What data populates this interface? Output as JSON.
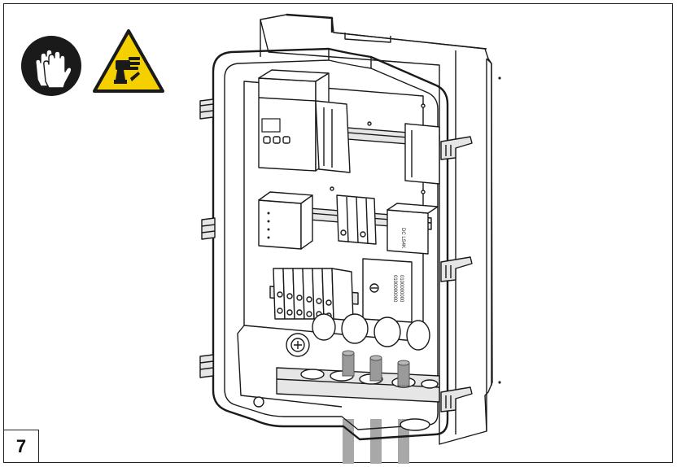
{
  "step": {
    "number": "7"
  },
  "icons": {
    "gloves": "protective-gloves-icon",
    "warning": "cut-hazard-warning-icon",
    "warning_color": "#f5d000",
    "gloves_bg": "#1a1a1a"
  },
  "labels": {
    "relay_text": "DC LS4K",
    "terminal_text_1": "0100000000",
    "terminal_text_2": "0100000000"
  }
}
